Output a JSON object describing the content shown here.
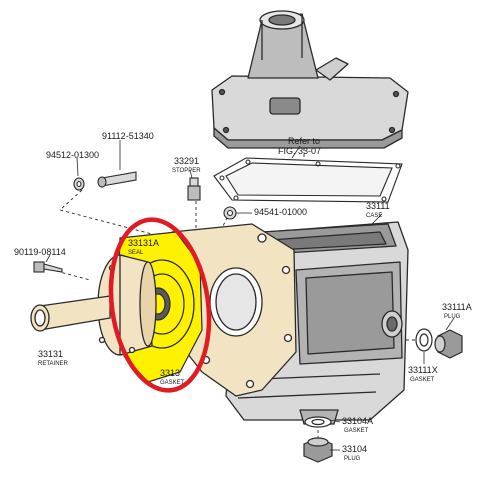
{
  "diagram": {
    "colors": {
      "outline": "#2a2a2a",
      "casting": "#d9d9d9",
      "casting_dark": "#9a9a9a",
      "tan": "#f2e3c3",
      "highlight_yellow": "#fff200",
      "highlight_ring": "#e01b24"
    },
    "reference": {
      "line1": "Refer to",
      "line2": "FIG. 33-07"
    },
    "parts": {
      "p91112": {
        "number": "91112-51340"
      },
      "p94512": {
        "number": "94512-01300"
      },
      "p33291": {
        "number": "33291",
        "name": "STOPPER"
      },
      "p94541": {
        "number": "94541-01000"
      },
      "p33111": {
        "number": "33111",
        "name": "CASE"
      },
      "p90119": {
        "number": "90119-08114"
      },
      "p33131A": {
        "number": "33131A",
        "name": "SEAL"
      },
      "p33131": {
        "number": "33131",
        "name": "RETAINER"
      },
      "p3313x": {
        "number": "3313",
        "name": "GASKET"
      },
      "p33111A": {
        "number": "33111A",
        "name": "PLUG"
      },
      "p33111X": {
        "number": "33111X",
        "name": "GASKET"
      },
      "p33104A": {
        "number": "33104A",
        "name": "GASKET"
      },
      "p33104": {
        "number": "33104",
        "name": "PLUG"
      }
    }
  }
}
